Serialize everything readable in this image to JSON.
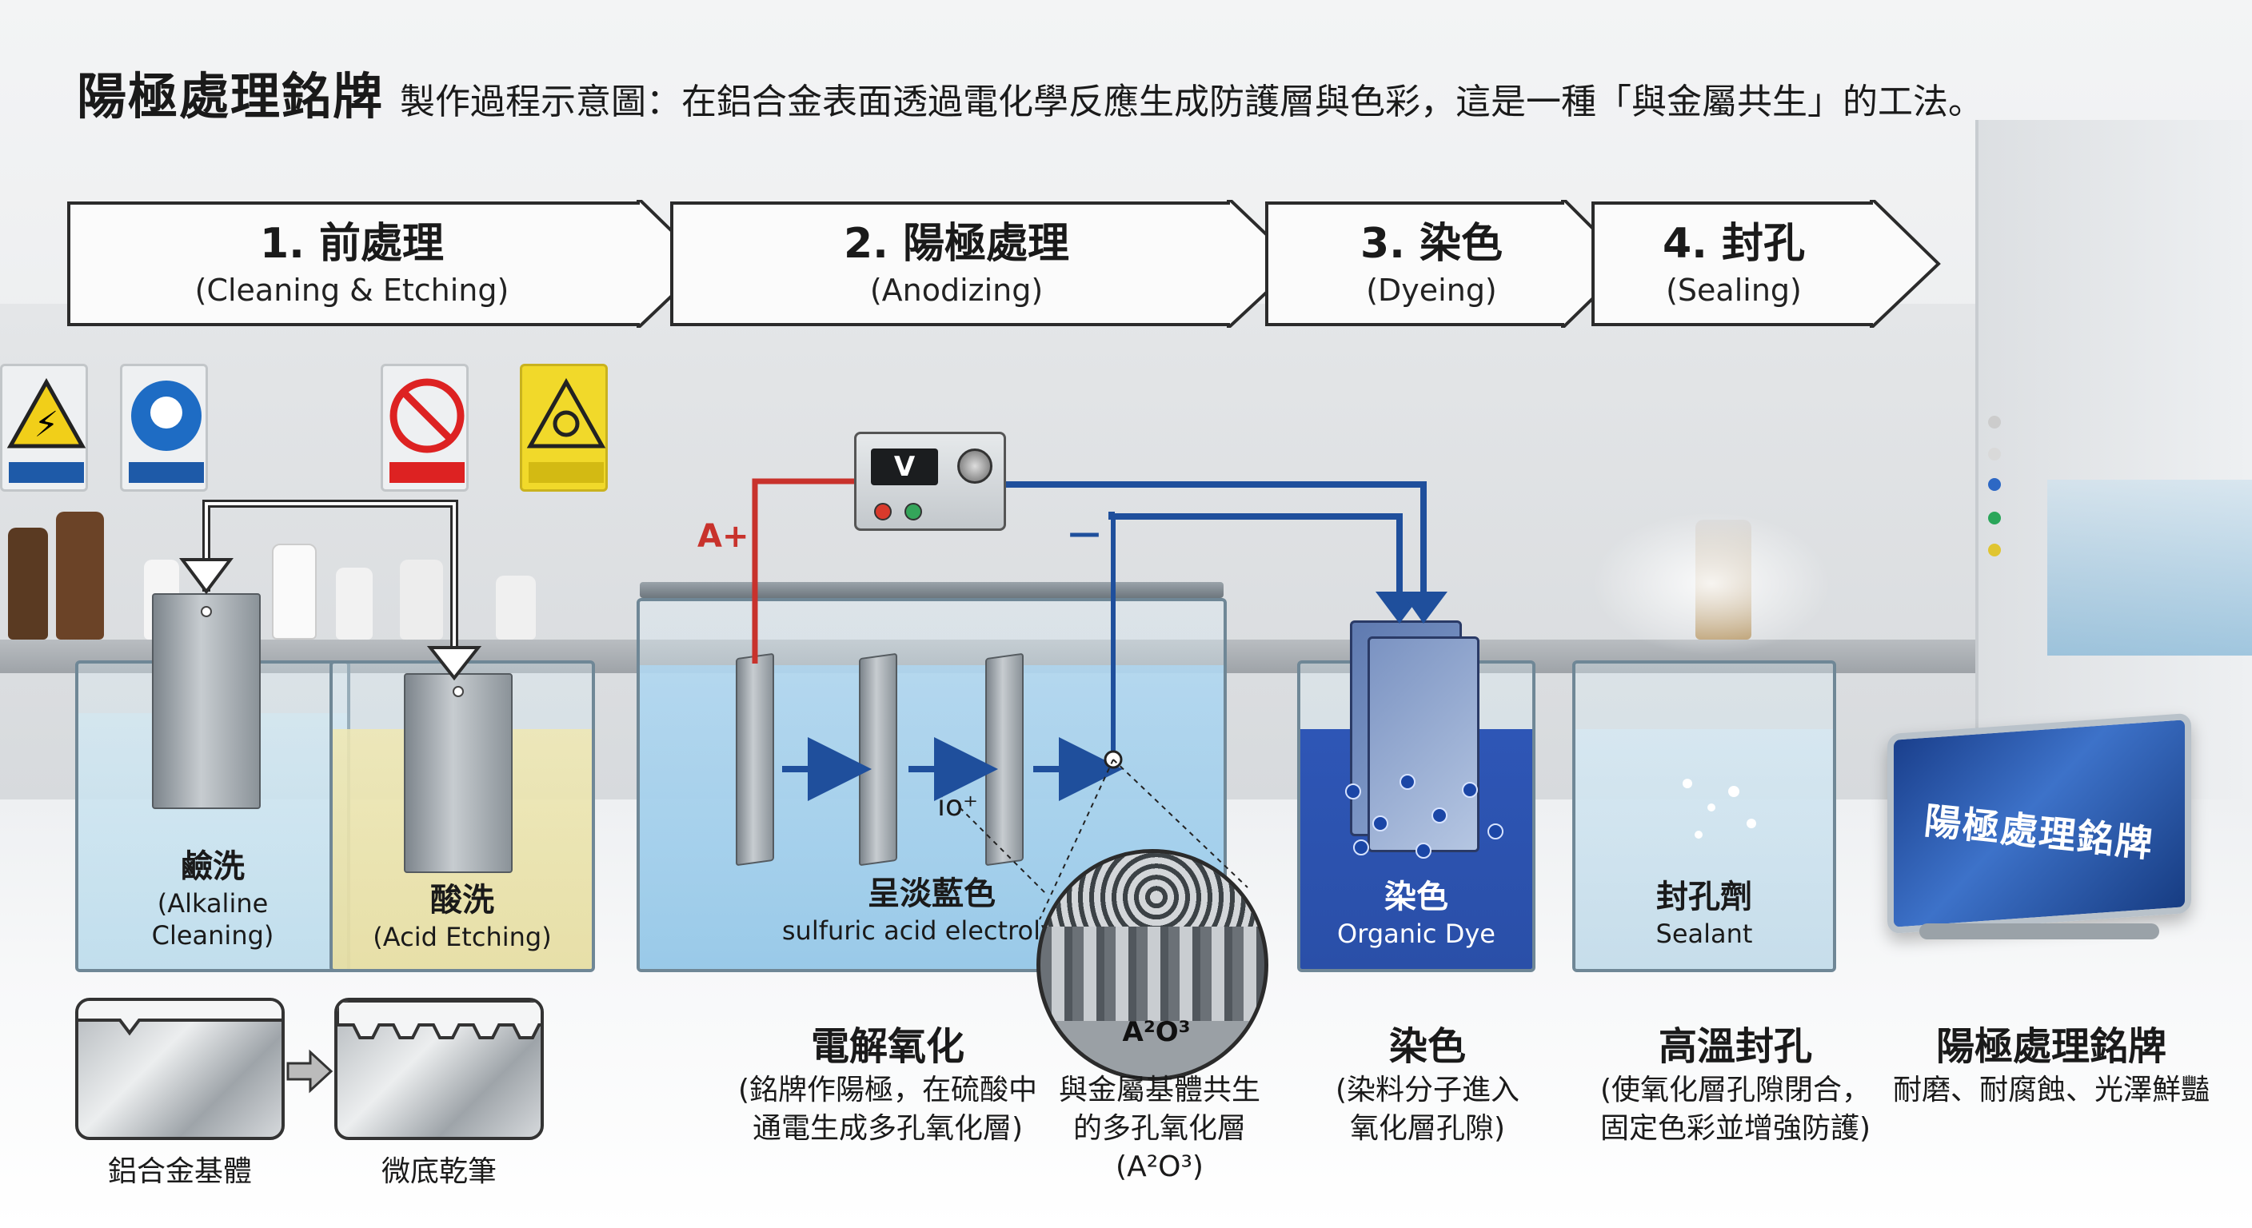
{
  "title": {
    "main": "陽極處理銘牌",
    "sub": "製作過程示意圖：在鋁合金表面透過電化學反應生成防護層與色彩，這是一種「與金屬共生」的工法。"
  },
  "steps": [
    {
      "num": "1. 前處理",
      "en": "(Cleaning & Etching)"
    },
    {
      "num": "2. 陽極處理",
      "en": "(Anodizing)"
    },
    {
      "num": "3. 染色",
      "en": "(Dyeing)"
    },
    {
      "num": "4. 封孔",
      "en": "(Sealing)"
    }
  ],
  "tanks": {
    "alkaline": {
      "zh": "鹼洗",
      "en1": "(Alkaline",
      "en2": "Cleaning)"
    },
    "acid": {
      "zh": "酸洗",
      "en": "(Acid Etching)"
    },
    "anodize": {
      "zh": "呈淡藍色",
      "en": "sulfuric acid electrolyte"
    },
    "dye": {
      "zh": "染色",
      "en": "Organic Dye"
    },
    "seal": {
      "zh": "封孔劑",
      "en": "Sealant"
    }
  },
  "power": {
    "display": "V",
    "anode": "A+",
    "cathode": "—",
    "ion": "io⁺"
  },
  "zoom_label": "A²O³",
  "samples": {
    "base": "鋁合金基體",
    "etched": "微底乾筆"
  },
  "captions": {
    "electrolysis": {
      "title": "電解氧化",
      "line1": "(銘牌作陽極，在硫酸中",
      "line2": "通電生成多孔氧化層)"
    },
    "porous": {
      "line1": "與金屬基體共生",
      "line2": "的多孔氧化層",
      "line3": "(A²O³)"
    },
    "dye": {
      "title": "染色",
      "line1": "(染料分子進入",
      "line2": "氧化層孔隙)"
    },
    "seal": {
      "title": "高溫封孔",
      "line1": "(使氧化層孔隙閉合，",
      "line2": "固定色彩並增強防護)"
    },
    "final": {
      "title": "陽極處理銘牌",
      "line1": "耐磨、耐腐蝕、光澤鮮豔"
    }
  },
  "badge_text": "陽極處理銘牌",
  "colors": {
    "anode_wire": "#c8322c",
    "cathode_wire": "#1f4f9c",
    "acid_liquid": "#efe6b0",
    "electrolyte": "#a9d4ef",
    "dye_liquid": "#2c56b8",
    "badge_blue": "#2a5bb5"
  }
}
